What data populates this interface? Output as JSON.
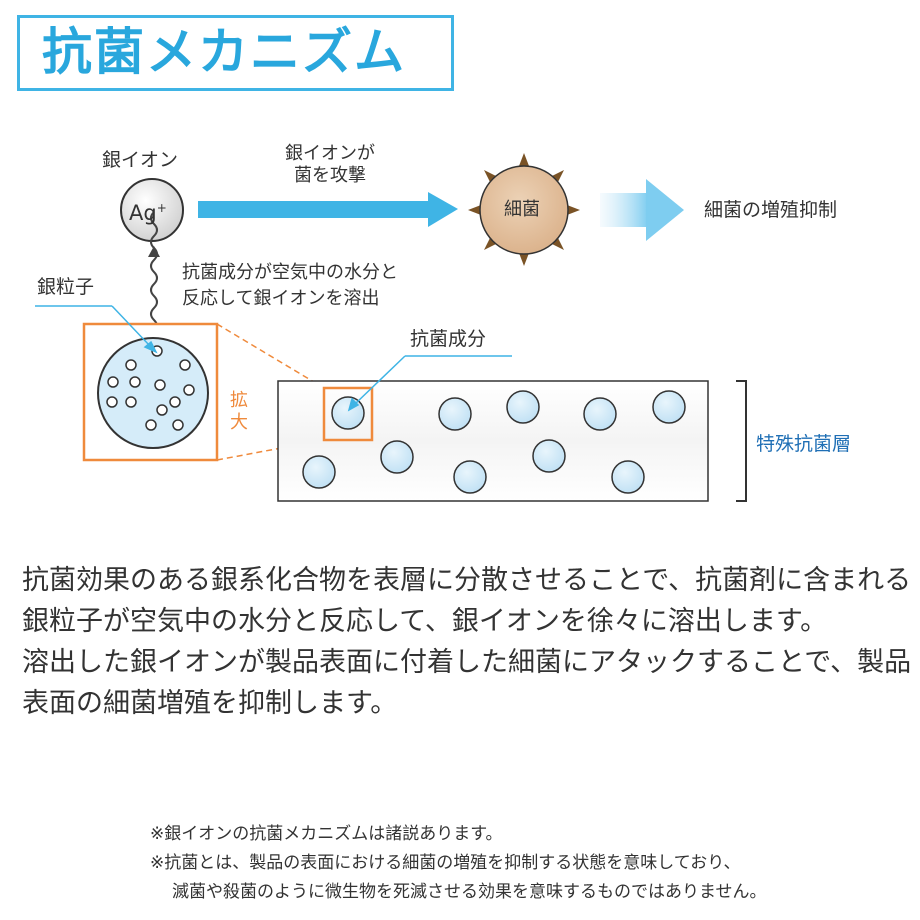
{
  "title": "抗菌メカニズム",
  "diagram": {
    "silver_ion_label": "銀イオン",
    "ag_symbol": "Ag",
    "ag_charge": "+",
    "attack_label_line1": "銀イオンが",
    "attack_label_line2": "菌を攻撃",
    "bacteria_label": "細菌",
    "result_label": "細菌の増殖抑制",
    "release_label_line1": "抗菌成分が空気中の水分と",
    "release_label_line2": "反応して銀イオンを溶出",
    "silver_particle_label": "銀粒子",
    "component_label": "抗菌成分",
    "zoom_label_1": "拡",
    "zoom_label_2": "大",
    "layer_label": "特殊抗菌層",
    "colors": {
      "accent_blue": "#3fb4e5",
      "orange": "#ef8a3c",
      "bacteria": "#ddb68f",
      "particle_fill": "#cfe8f7",
      "layer_blue": "#1f6fb5"
    }
  },
  "body": {
    "paragraph1": "抗菌効果のある銀系化合物を表層に分散させることで、抗菌剤に含まれる銀粒子が空気中の水分と反応して、銀イオンを徐々に溶出します。",
    "paragraph2": "溶出した銀イオンが製品表面に付着した細菌にアタックすることで、製品表面の細菌増殖を抑制します。"
  },
  "notes": {
    "note1": "※銀イオンの抗菌メカニズムは諸説あります。",
    "note2_line1": "※抗菌とは、製品の表面における細菌の増殖を抑制する状態を意味しており、",
    "note2_line2": "滅菌や殺菌のように微生物を死滅させる効果を意味するものではありません。"
  }
}
